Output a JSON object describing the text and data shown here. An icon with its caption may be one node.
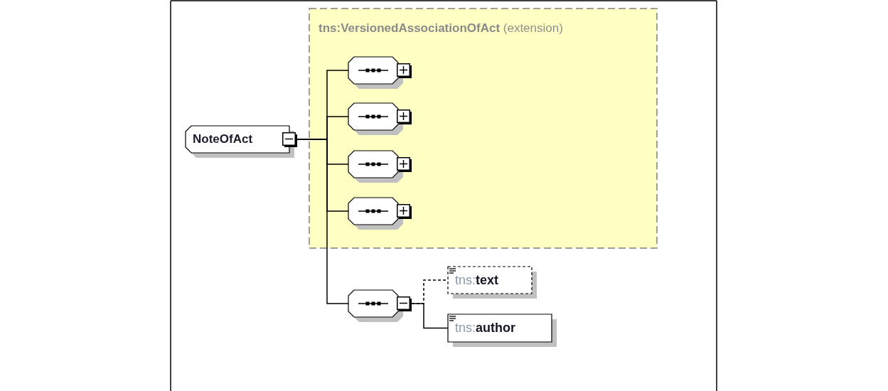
{
  "diagram": {
    "nodes": [
      {
        "text": [
          "NoteOfAct"
        ]
      },
      {
        "text": [
          "**tns:VersionedAssociationOfAct** (extension)"
        ]
      },
      {
        "text": [],
        "shape": "octagon",
        "in": 1
      },
      {
        "text": [],
        "shape": "octagon",
        "in": 1
      },
      {
        "text": [],
        "shape": "octagon",
        "in": 1
      },
      {
        "text": [],
        "shape": "octagon",
        "in": 1
      },
      {
        "text": [],
        "shape": "octagon"
      },
      {
        "text": [
          "tns:**text**"
        ]
      },
      {
        "text": [
          "tns:**author**"
        ]
      }
    ],
    "edges": [
      {
        "from": 0,
        "to": 2,
        "arrow": "none"
      },
      {
        "from": 0,
        "to": 3,
        "arrow": "none"
      },
      {
        "from": 0,
        "to": 4,
        "arrow": "none"
      },
      {
        "from": 0,
        "to": 5,
        "arrow": "none"
      },
      {
        "from": 0,
        "to": 6,
        "arrow": "none"
      },
      {
        "from": 6,
        "to": 7,
        "arrow": "none",
        "style": "dashed"
      },
      {
        "from": 6,
        "to": 8,
        "arrow": "none"
      }
    ]
  }
}
